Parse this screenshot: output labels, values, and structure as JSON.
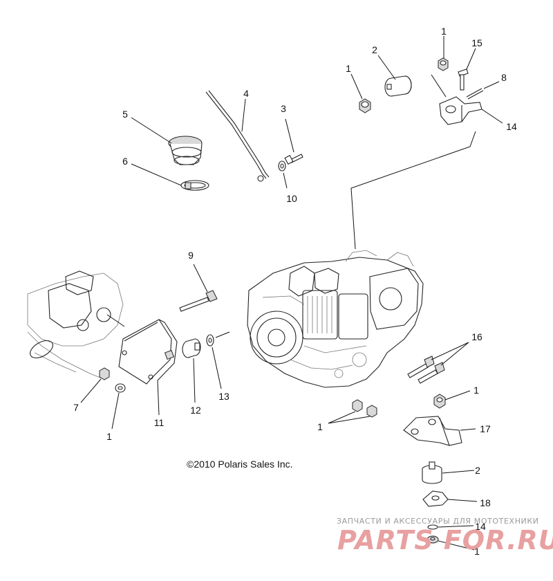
{
  "diagram": {
    "callouts": [
      {
        "id": "c1a",
        "text": "1"
      },
      {
        "id": "c2a",
        "text": "2"
      },
      {
        "id": "c1b",
        "text": "1"
      },
      {
        "id": "c15",
        "text": "15"
      },
      {
        "id": "c8",
        "text": "8"
      },
      {
        "id": "c4",
        "text": "4"
      },
      {
        "id": "c3",
        "text": "3"
      },
      {
        "id": "c5",
        "text": "5"
      },
      {
        "id": "c6",
        "text": "6"
      },
      {
        "id": "c10",
        "text": "10"
      },
      {
        "id": "c14a",
        "text": "14"
      },
      {
        "id": "c9",
        "text": "9"
      },
      {
        "id": "c16",
        "text": "16"
      },
      {
        "id": "c1c",
        "text": "1"
      },
      {
        "id": "c7",
        "text": "7"
      },
      {
        "id": "c1d",
        "text": "1"
      },
      {
        "id": "c11",
        "text": "11"
      },
      {
        "id": "c12",
        "text": "12"
      },
      {
        "id": "c13",
        "text": "13"
      },
      {
        "id": "c1e",
        "text": "1"
      },
      {
        "id": "c17",
        "text": "17"
      },
      {
        "id": "c2b",
        "text": "2"
      },
      {
        "id": "c18",
        "text": "18"
      },
      {
        "id": "c14b",
        "text": "14"
      },
      {
        "id": "c1f",
        "text": "1"
      }
    ],
    "copyright": "©2010 Polaris Sales Inc."
  },
  "watermark": {
    "tagline": "ЗАПЧАСТИ И АКСЕССУАРЫ ДЛЯ МОТОТЕХНИКИ",
    "logo": "PARTS FOR.RU",
    "colors": {
      "red": "#e8a0a0",
      "gray": "#bdbdbd"
    }
  }
}
